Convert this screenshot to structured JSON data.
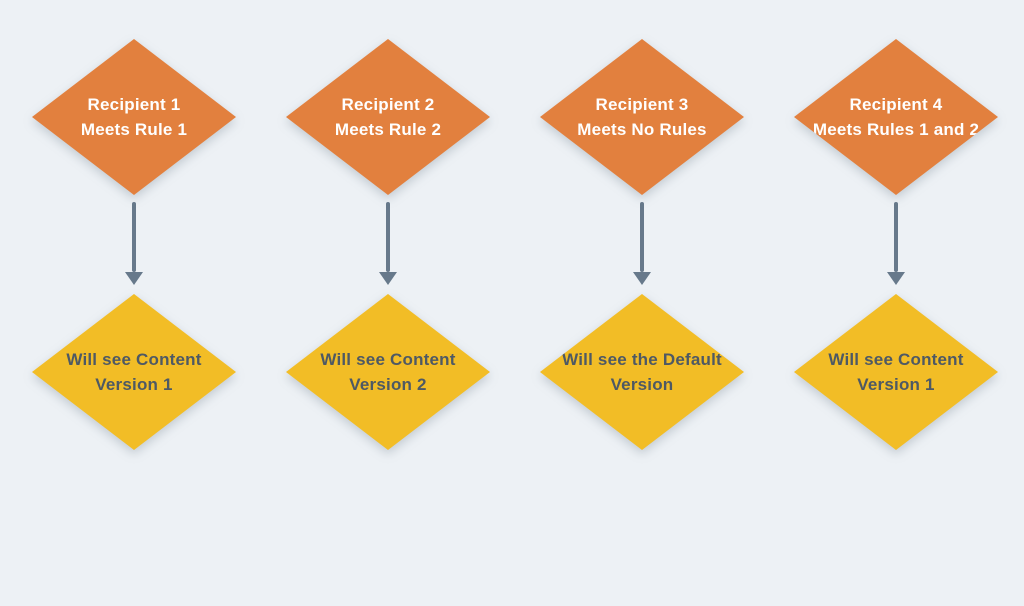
{
  "diagram": {
    "background_color": "#edf1f5",
    "colors": {
      "recipient_node": "#e2803e",
      "recipient_text": "#ffffff",
      "content_node": "#f2bd26",
      "content_text": "#4e5964",
      "arrow": "#67798b"
    },
    "columns": [
      {
        "recipient": {
          "line1": "Recipient 1",
          "line2": "Meets Rule 1"
        },
        "content": {
          "line1": "Will see Content",
          "line2": "Version 1"
        }
      },
      {
        "recipient": {
          "line1": "Recipient 2",
          "line2": "Meets Rule 2"
        },
        "content": {
          "line1": "Will see Content",
          "line2": "Version 2"
        }
      },
      {
        "recipient": {
          "line1": "Recipient 3",
          "line2": "Meets No Rules"
        },
        "content": {
          "line1": "Will see the Default",
          "line2": "Version"
        }
      },
      {
        "recipient": {
          "line1": "Recipient 4",
          "line2": "Meets Rules 1 and 2"
        },
        "content": {
          "line1": "Will see Content",
          "line2": "Version 1"
        }
      }
    ]
  }
}
